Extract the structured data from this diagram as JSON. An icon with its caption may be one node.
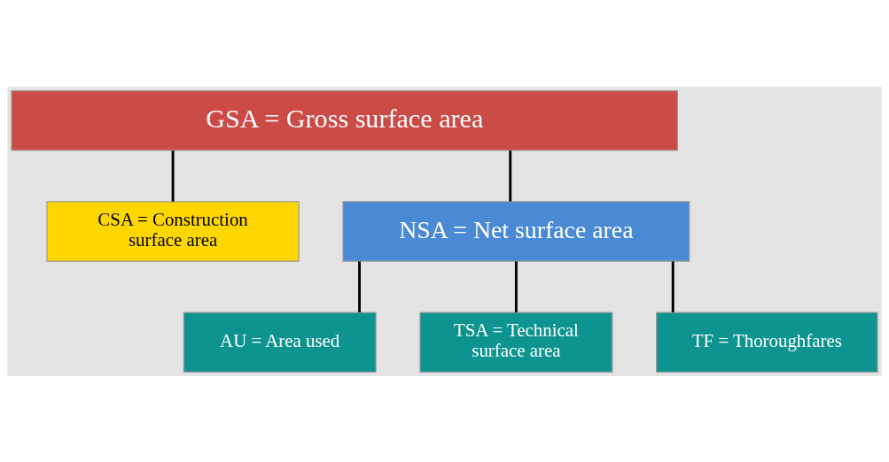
{
  "diagram": {
    "nodes": [
      {
        "text": [
          "GSA = Gross surface area"
        ]
      },
      {
        "text": [
          "CSA = Construction surface area"
        ]
      },
      {
        "text": [
          "NSA = Net surface area"
        ]
      },
      {
        "text": [
          "AU = Area used"
        ]
      },
      {
        "text": [
          "TSA = Technical surface area"
        ]
      },
      {
        "text": [
          "TF = Thoroughfares"
        ]
      }
    ],
    "edges": [
      {
        "from": 0,
        "to": 1,
        "arrow": "none"
      },
      {
        "from": 0,
        "to": 2,
        "arrow": "none"
      },
      {
        "from": 2,
        "to": 3,
        "arrow": "none"
      },
      {
        "from": 2,
        "to": 4,
        "arrow": "none"
      },
      {
        "from": 2,
        "to": 5,
        "arrow": "none"
      }
    ]
  }
}
